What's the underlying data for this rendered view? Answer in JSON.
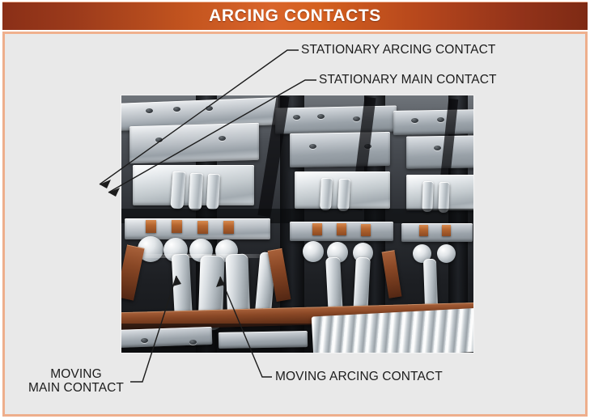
{
  "header": {
    "title": "ARCING CONTACTS",
    "gradient_start": "#8a2f17",
    "gradient_mid": "#d9642a",
    "gradient_end": "#7e2a14",
    "text_color": "#ffffff"
  },
  "panel": {
    "background": "#e9e9e9",
    "border_color": "#eeae8c"
  },
  "figure": {
    "alt": "Photograph of a circuit breaker arcing and main contact assembly",
    "callouts": [
      {
        "id": "stationary-arcing-contact",
        "text": "STATIONARY ARCING CONTACT",
        "position": "top-right"
      },
      {
        "id": "stationary-main-contact",
        "text": "STATIONARY MAIN CONTACT",
        "position": "top-right"
      },
      {
        "id": "moving-main-contact",
        "line1": "MOVING",
        "line2": "MAIN CONTACT",
        "position": "bottom-left"
      },
      {
        "id": "moving-arcing-contact",
        "text": "MOVING ARCING CONTACT",
        "position": "bottom-right"
      }
    ]
  },
  "colors": {
    "label_text": "#1c1c1c",
    "leader_line": "#1c1c1c",
    "copper": "#8a4826"
  }
}
